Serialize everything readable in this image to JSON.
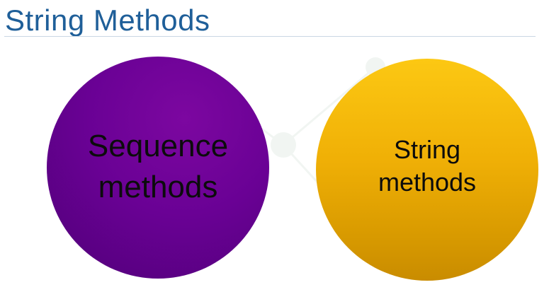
{
  "slide": {
    "title": "String Methods",
    "circles": [
      {
        "label": "Sequence\nmethods",
        "color": "#6a0195"
      },
      {
        "label": "String\nmethods",
        "color": "#f0b006"
      }
    ]
  },
  "colors": {
    "title": "#1f5f99",
    "rule": "#c9d6e3",
    "background": "#ffffff"
  }
}
